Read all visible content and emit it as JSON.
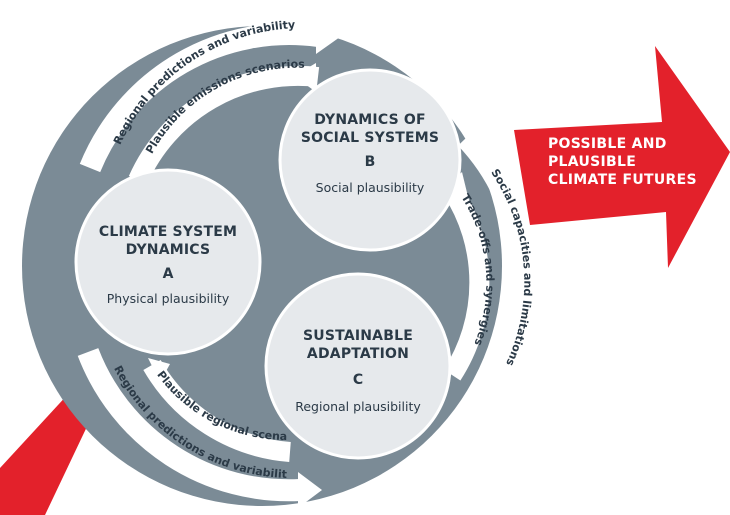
{
  "colors": {
    "ring": "#7b8b96",
    "node": "#e6e9ec",
    "arrow_band": "#ffffff",
    "accent_red": "#e3212b",
    "text_dark": "#2b3a47"
  },
  "nodes": {
    "a": {
      "title_line1": "CLIMATE SYSTEM",
      "title_line2": "DYNAMICS",
      "letter": "A",
      "subtitle": "Physical plausibility"
    },
    "b": {
      "title_line1": "DYNAMICS OF",
      "title_line2": "SOCIAL SYSTEMS",
      "letter": "B",
      "subtitle": "Social plausibility"
    },
    "c": {
      "title_line1": "SUSTAINABLE",
      "title_line2": "ADAPTATION",
      "letter": "C",
      "subtitle": "Regional plausibility"
    }
  },
  "arrows": {
    "top_outer": "Regional predictions and variability",
    "top_inner": "Plausible emissions scenarios",
    "right_outer": "Social capacities and limitations",
    "right_inner": "Trade-offs and synergies",
    "bottom_outer": "Regional predictions and variability",
    "bottom_inner": "Plausible regional scenarios"
  },
  "outcome": {
    "line1": "POSSIBLE AND",
    "line2": "PLAUSIBLE",
    "line3": "CLIMATE FUTURES"
  }
}
